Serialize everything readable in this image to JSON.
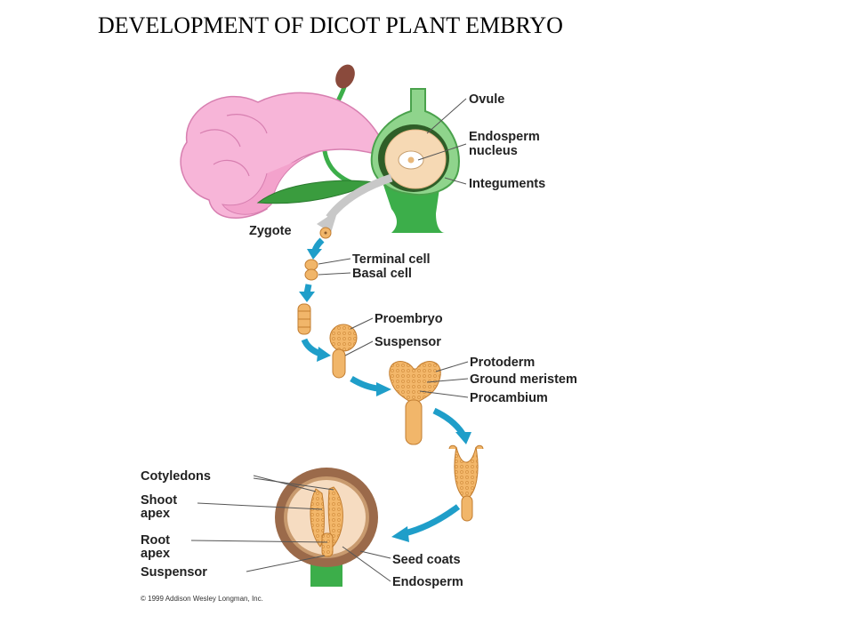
{
  "title": "DEVELOPMENT OF DICOT PLANT EMBRYO",
  "labels": {
    "ovule": "Ovule",
    "endosperm_nucleus_1": "Endosperm",
    "endosperm_nucleus_2": "nucleus",
    "integuments": "Integuments",
    "zygote": "Zygote",
    "terminal_cell": "Terminal cell",
    "basal_cell": "Basal cell",
    "proembryo": "Proembryo",
    "suspensor_1": "Suspensor",
    "protoderm": "Protoderm",
    "ground_meristem": "Ground meristem",
    "procambium": "Procambium",
    "cotyledons": "Cotyledons",
    "shoot_apex_1": "Shoot",
    "shoot_apex_2": "apex",
    "root_apex_1": "Root",
    "root_apex_2": "apex",
    "suspensor_2": "Suspensor",
    "seed_coats": "Seed coats",
    "endosperm": "Endosperm"
  },
  "credit": "© 1999 Addison Wesley Longman, Inc.",
  "colors": {
    "arrow": "#1f9ec9",
    "flower_pink": "#f5b3d6",
    "stem_green": "#3cae4a",
    "cell_orange": "#f1b66a",
    "seed_brown": "#9b6a4a"
  }
}
